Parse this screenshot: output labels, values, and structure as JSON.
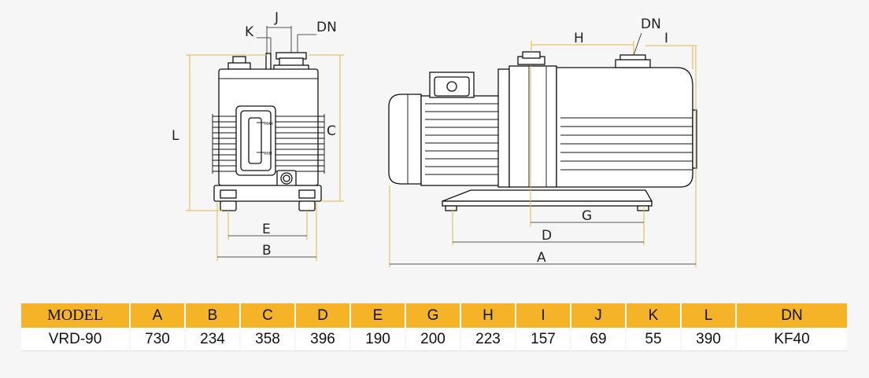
{
  "labels": {
    "K": "K",
    "J": "J",
    "DN_front": "DN",
    "L": "L",
    "C": "C",
    "E": "E",
    "B": "B",
    "H": "H",
    "DN_side": "DN",
    "I": "I",
    "G": "G",
    "D": "D",
    "A": "A",
    "max": "MAX",
    "min": "MIN"
  },
  "table": {
    "headers": [
      "MODEL",
      "A",
      "B",
      "C",
      "D",
      "E",
      "G",
      "H",
      "I",
      "J",
      "K",
      "L",
      "DN"
    ],
    "rows": [
      [
        "VRD-90",
        "730",
        "234",
        "358",
        "396",
        "190",
        "200",
        "223",
        "157",
        "69",
        "55",
        "390",
        "KF40"
      ]
    ]
  },
  "colors": {
    "header_bg": "#f5b328",
    "dimension_line": "#e3b84c",
    "drawing_line": "#111111",
    "background": "#f6f6f6"
  }
}
